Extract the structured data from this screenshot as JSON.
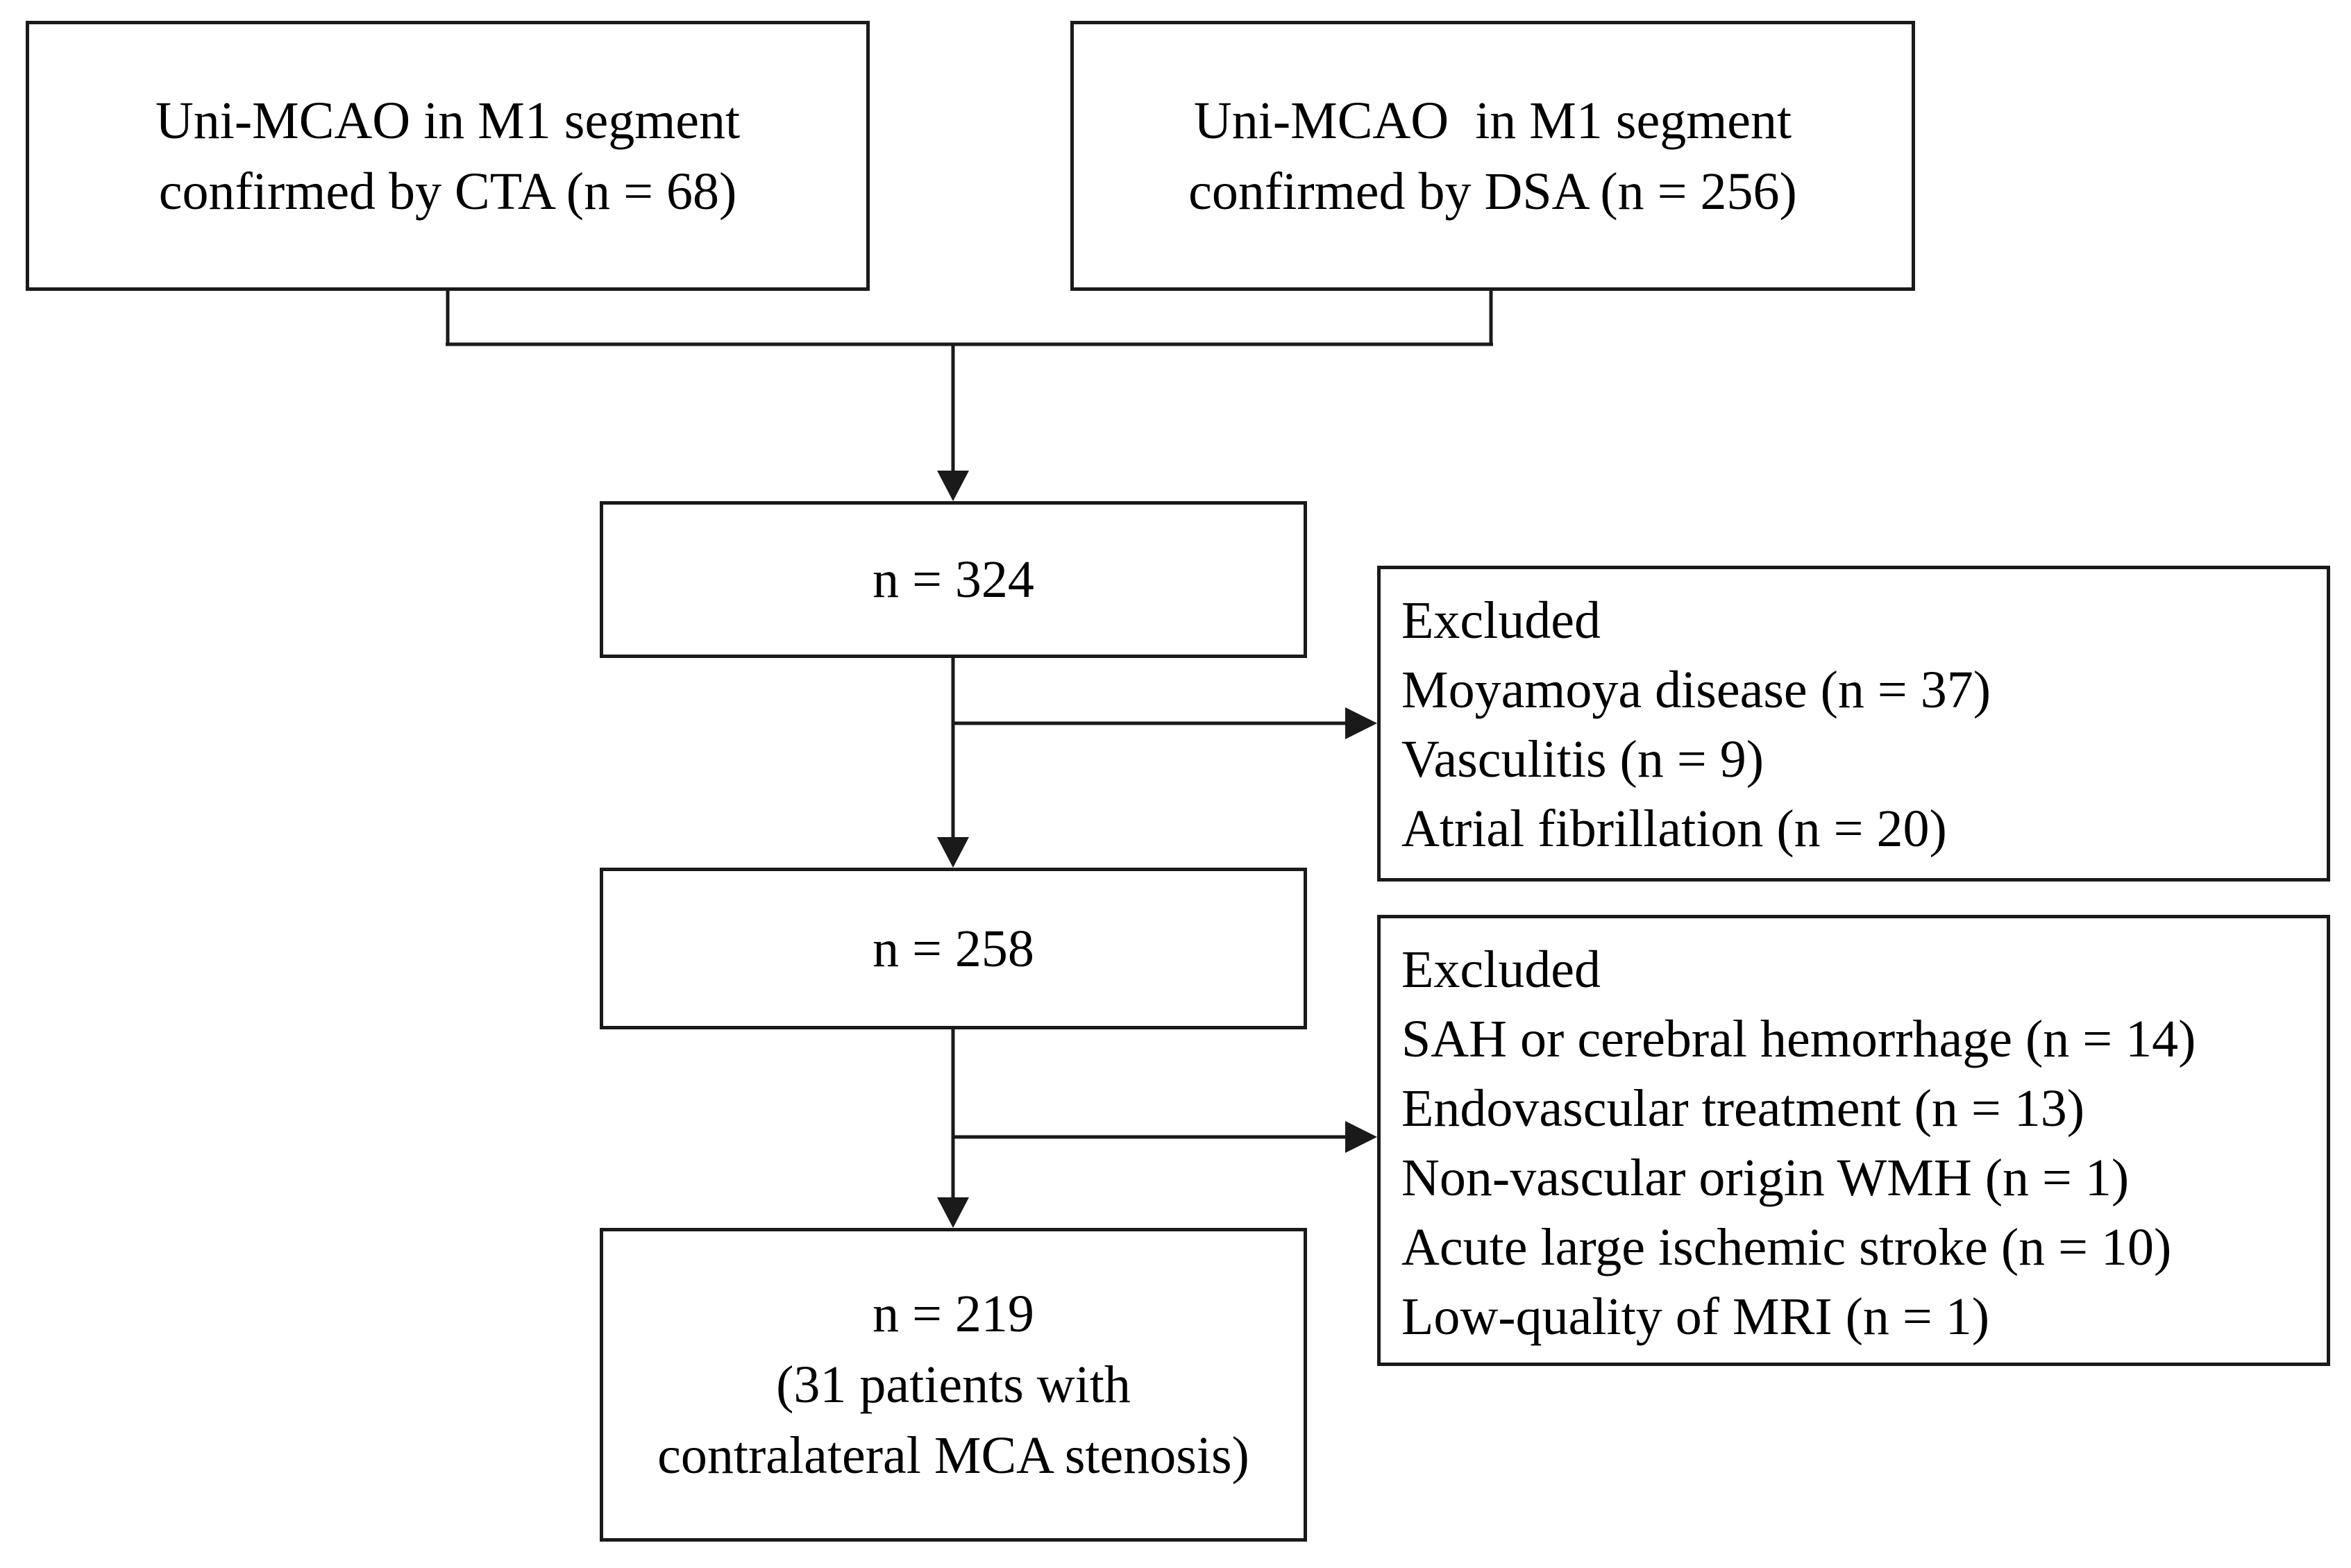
{
  "top_left_box": {
    "line1": "Uni-MCAO in M1 segment",
    "line2": "confirmed by CTA (n = 68)"
  },
  "top_right_box": {
    "line1": "Uni-MCAO  in M1 segment",
    "line2": "confirmed by DSA (n = 256)"
  },
  "box_324": {
    "label": "n = 324"
  },
  "box_258": {
    "label": "n = 258"
  },
  "box_219": {
    "line1": "n = 219",
    "line2": "(31 patients with",
    "line3": "contralateral MCA stenosis)"
  },
  "excluded_1": {
    "heading": "Excluded",
    "items": [
      "Moyamoya disease (n = 37)",
      "Vasculitis (n = 9)",
      "Atrial fibrillation (n = 20)"
    ]
  },
  "excluded_2": {
    "heading": "Excluded",
    "items": [
      "SAH or cerebral hemorrhage (n = 14)",
      "Endovascular treatment (n = 13)",
      "Non-vascular origin WMH (n = 1)",
      "Acute large ischemic stroke (n = 10)",
      "Low-quality of MRI (n = 1)"
    ]
  }
}
